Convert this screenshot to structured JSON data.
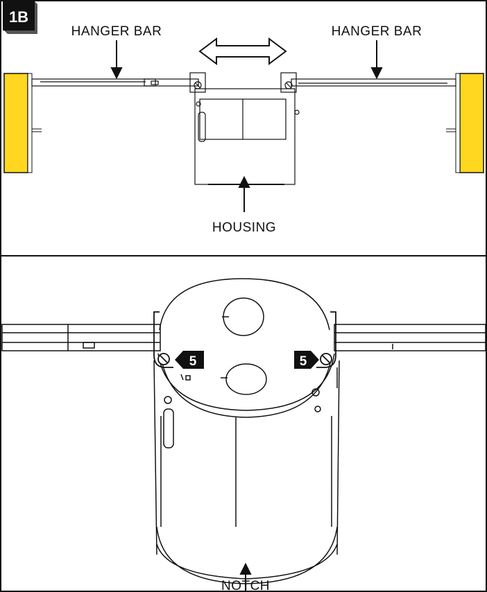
{
  "step_badge": "1B",
  "top_panel": {
    "label_left": "HANGER BAR",
    "label_right": "HANGER BAR",
    "label_housing": "HOUSING"
  },
  "bottom_panel": {
    "label_notch": "NOTCH",
    "screw_badge_left": "5",
    "screw_badge_right": "5"
  },
  "colors": {
    "joist": "#FFD620",
    "line": "#111111",
    "badge_bg": "#111111"
  }
}
